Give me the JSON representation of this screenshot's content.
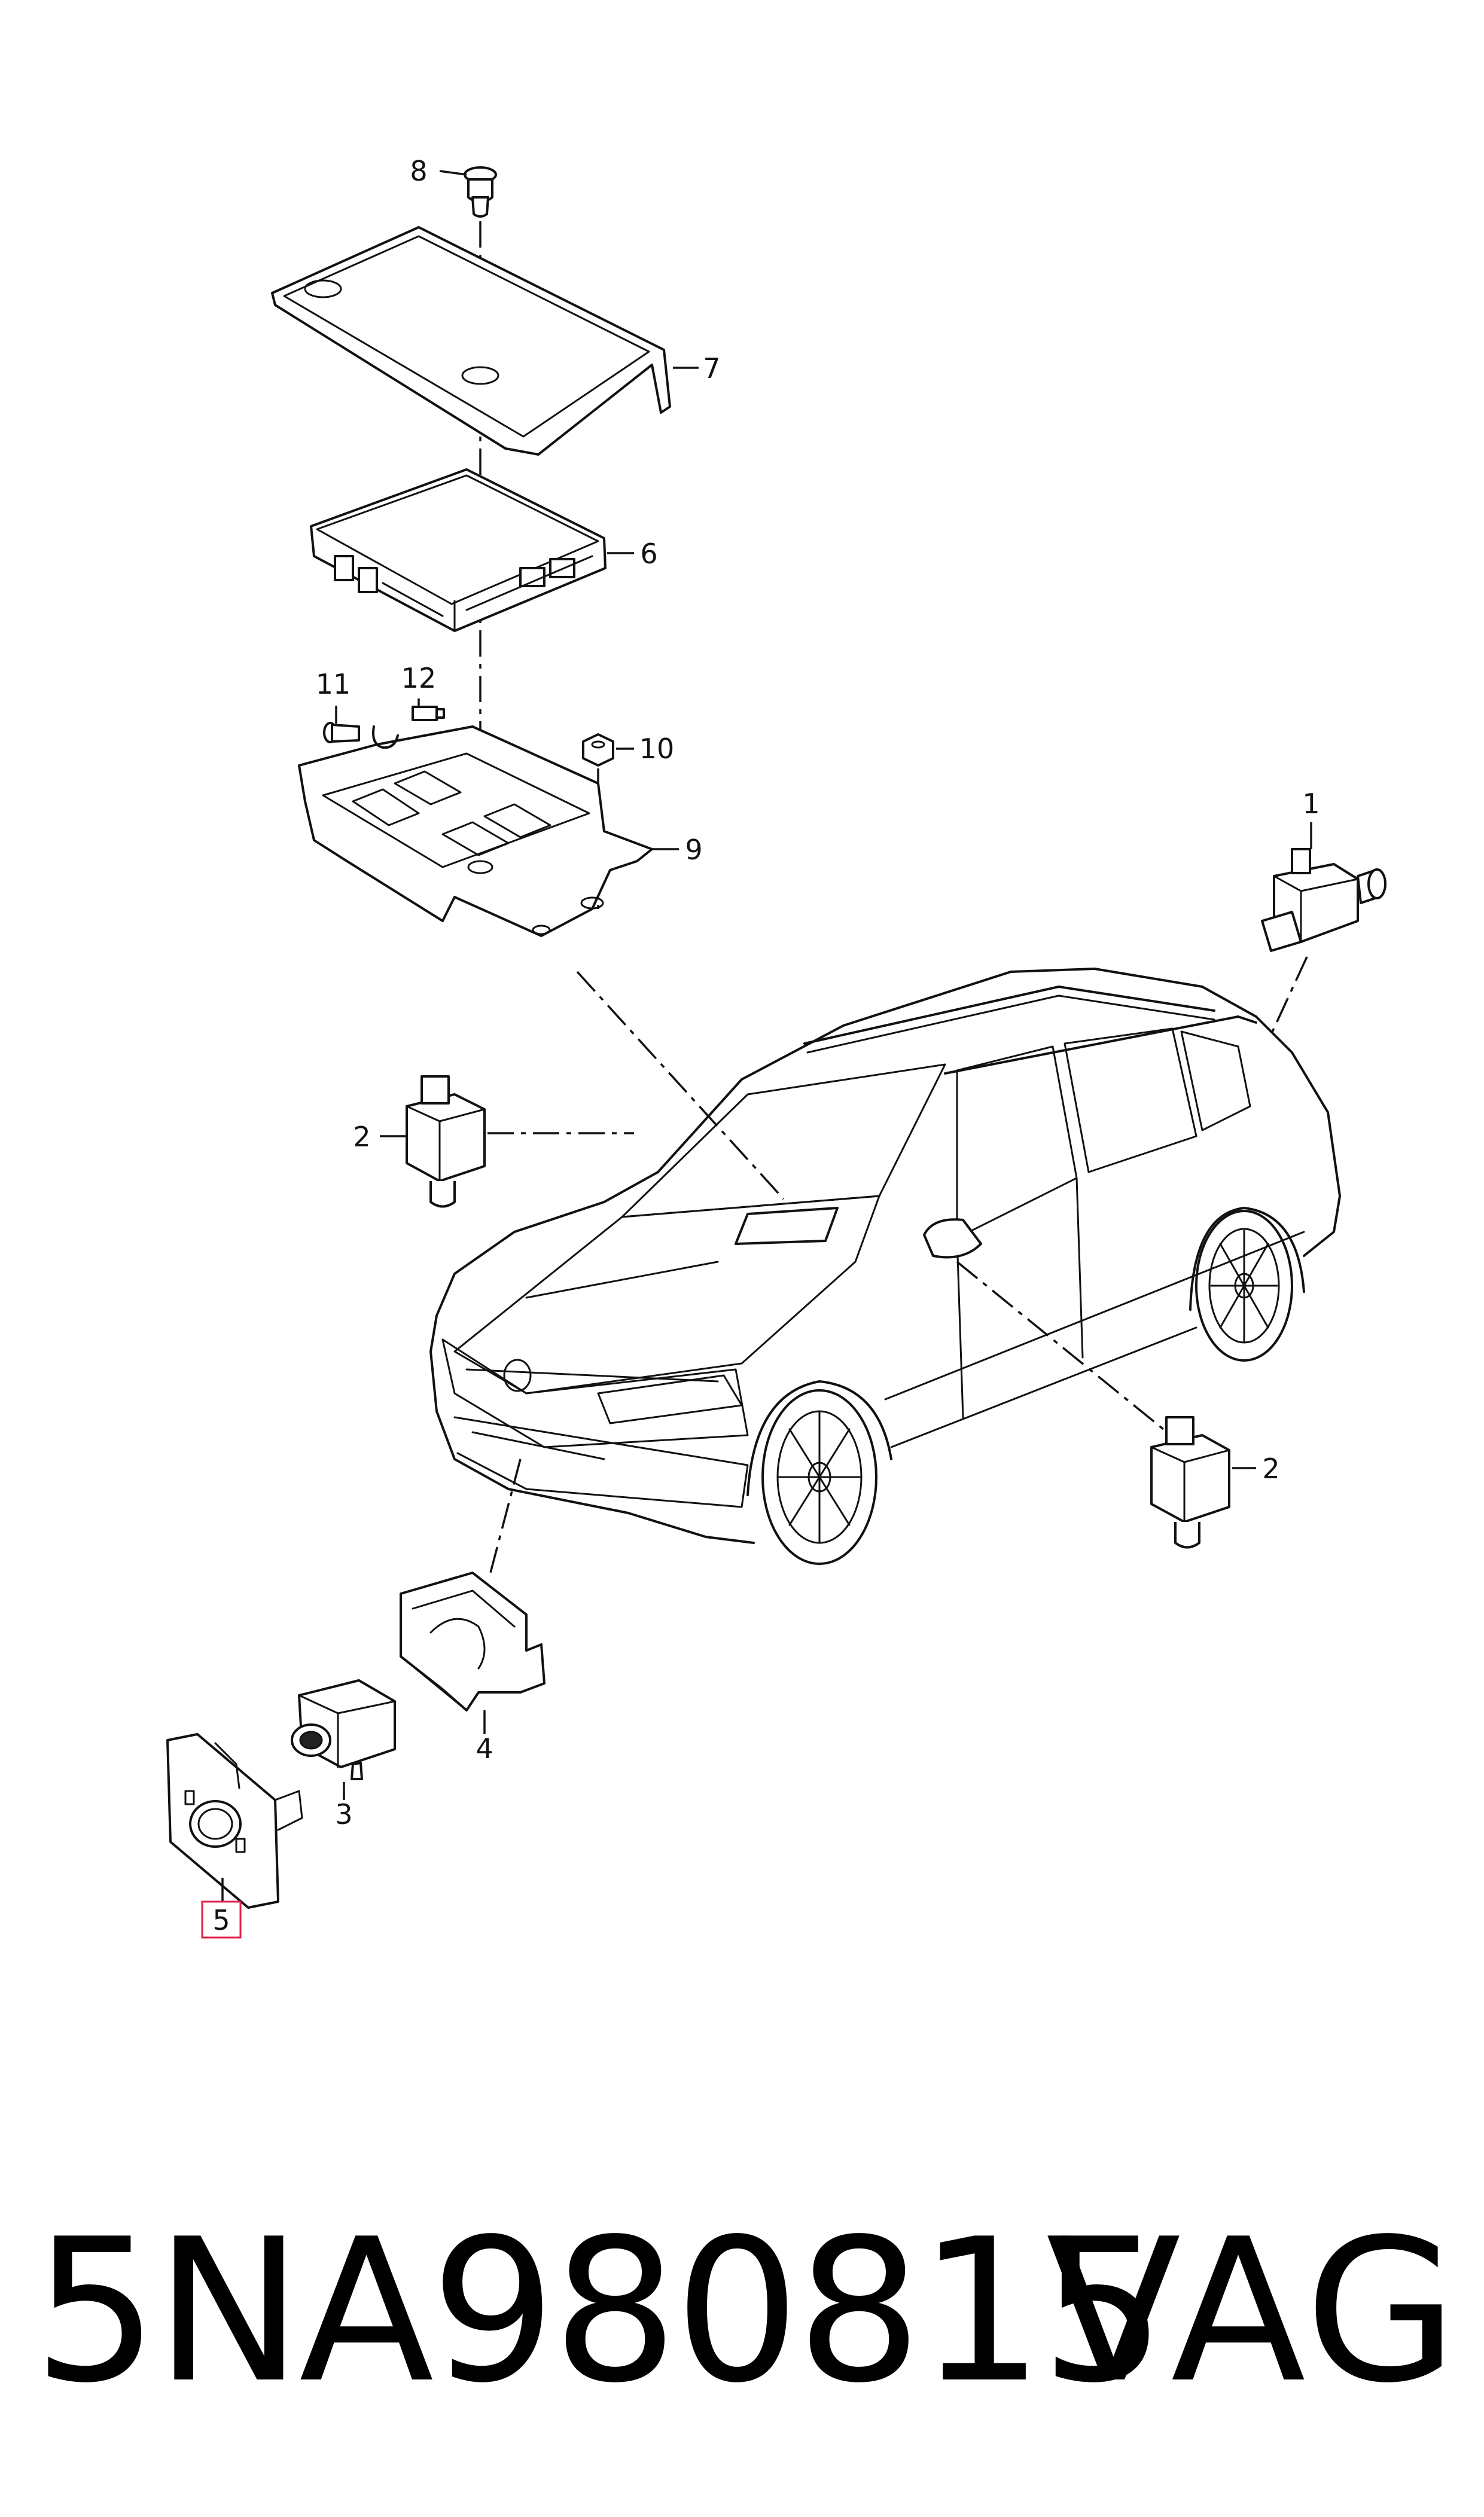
{
  "callouts": {
    "c1": "1",
    "c2a": "2",
    "c2b": "2",
    "c3": "3",
    "c4": "4",
    "c5": "5",
    "c6": "6",
    "c7": "7",
    "c8": "8",
    "c9": "9",
    "c10": "10",
    "c11": "11",
    "c12": "12"
  },
  "footer": {
    "part_number": "5NA980815",
    "brand": "VAG"
  },
  "colors": {
    "line": "#111111",
    "highlight_box": "#e0204a",
    "background": "#ffffff"
  }
}
